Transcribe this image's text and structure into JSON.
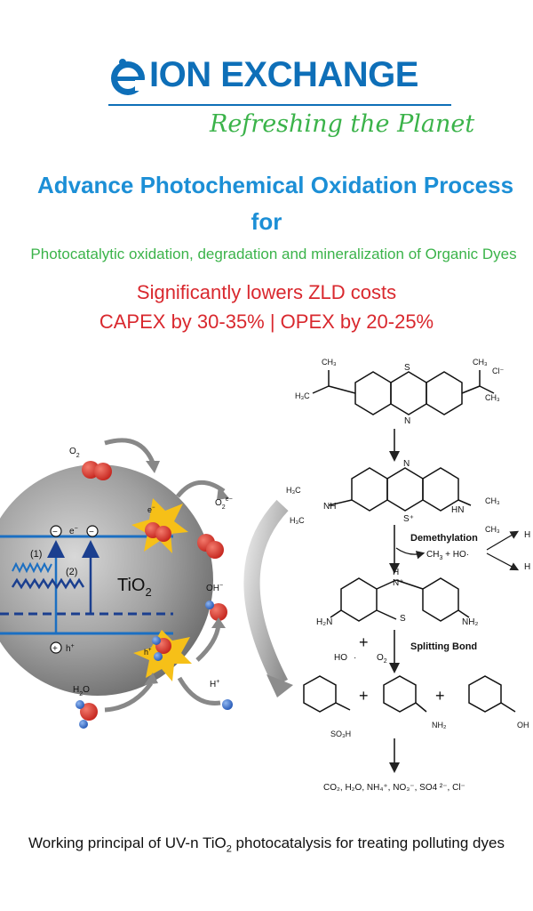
{
  "header": {
    "brand": "ION EXCHANGE",
    "tagline": "Refreshing the Planet"
  },
  "title": {
    "line1": "Advance Photochemical Oxidation Process",
    "line2": "for",
    "subtitle": "Photocatalytic oxidation, degradation and mineralization of Organic Dyes"
  },
  "claims": {
    "line1": "Significantly lowers ZLD costs",
    "line2": "CAPEX by 30-35% | OPEX by 20-25%"
  },
  "diagram": {
    "catalyst": "TiO",
    "catalyst_sub": "2",
    "o2": "O",
    "o2_sub": "2",
    "o2_radical": "O",
    "electron": "e",
    "hole": "h",
    "path1": "(1)",
    "path2": "(2)",
    "oh_radical": "OH",
    "h2o": "H",
    "h_plus": "H",
    "steps": {
      "demethylation": "Demethylation",
      "splitting": "Splitting Bond"
    },
    "byproducts": {
      "ch3_ho": "CH",
      "ho_o2_ho": "HO",
      "ho_o2_o2": "O"
    },
    "products_final": "CO₂, H₂O, NH₄⁺, NO₃⁻, SO4 ²⁻, Cl⁻",
    "colors": {
      "sphere": "#9a9a9a",
      "band": "#1b6fc2",
      "star": "#f6c018",
      "oxygen": "#d9382e",
      "hydrogen": "#3a72c9"
    }
  },
  "footer": {
    "caption_pre": "Working principal of UV-n TiO",
    "caption_sub": "2",
    "caption_post": " photocatalysis for treating polluting dyes"
  }
}
